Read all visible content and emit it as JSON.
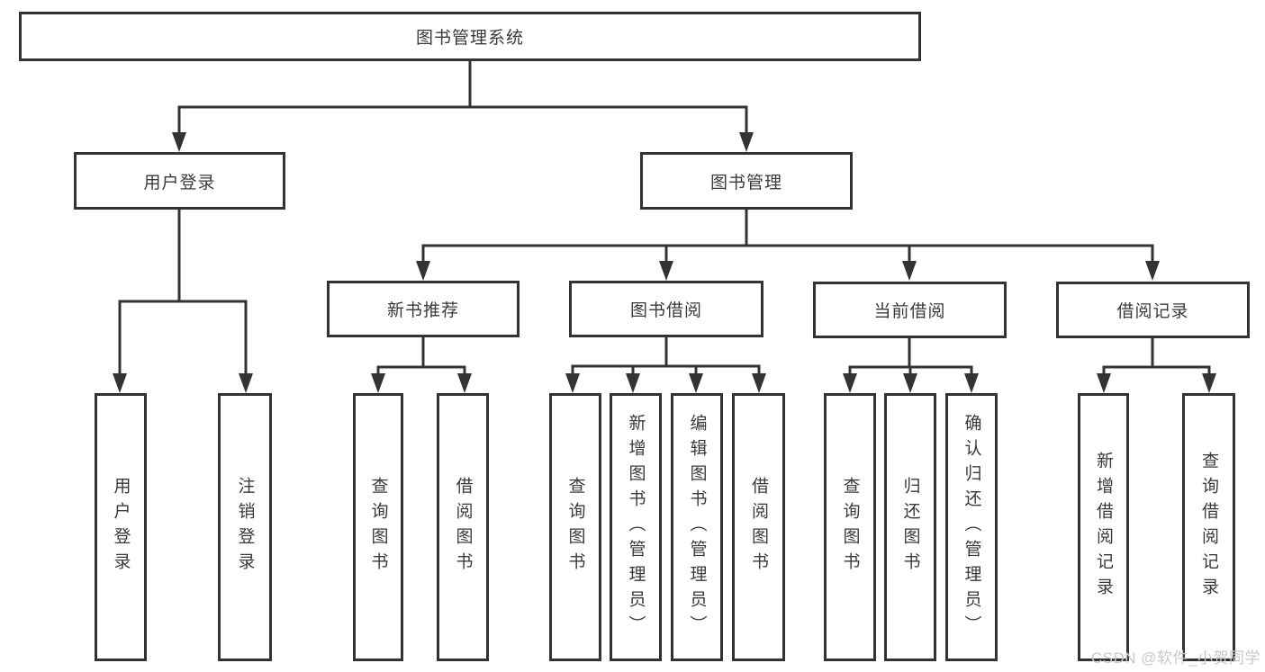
{
  "colors": {
    "background": "#ffffff",
    "line": "#333333",
    "box_border": "#333333",
    "text": "#3a3a3a",
    "watermark": "#c8c8c8"
  },
  "watermark": "CSDN @软件_小贺同学",
  "tree": {
    "root": "图书管理系统",
    "branches": [
      {
        "label": "用户登录",
        "children": [
          "用户登录",
          "注销登录"
        ]
      },
      {
        "label": "图书管理",
        "groups": [
          {
            "label": "新书推荐",
            "children": [
              "查询图书",
              "借阅图书"
            ]
          },
          {
            "label": "图书借阅",
            "children": [
              "查询图书",
              "新增图书（管理员）",
              "编辑图书（管理员）",
              "借阅图书"
            ]
          },
          {
            "label": "当前借阅",
            "children": [
              "查询图书",
              "归还图书",
              "确认归还（管理员）"
            ]
          },
          {
            "label": "借阅记录",
            "children": [
              "新增借阅记录",
              "查询借阅记录"
            ]
          }
        ]
      }
    ]
  }
}
